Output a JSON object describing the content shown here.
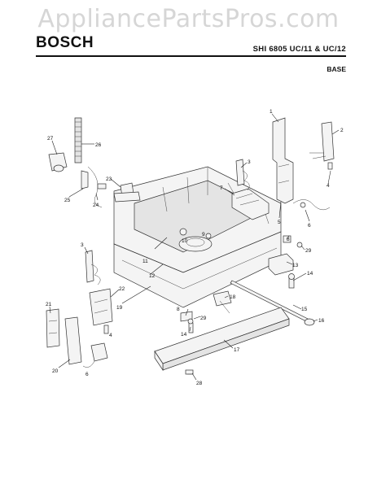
{
  "watermark": "AppliancePartsPros.com",
  "header": {
    "brand": "BOSCH",
    "model": "SHI 6805 UC/11 & UC/12",
    "section": "BASE"
  },
  "callouts": {
    "c1": "1",
    "c2": "2",
    "c3a": "3",
    "c3b": "3",
    "c4a": "4",
    "c4b": "4",
    "c5": "5",
    "c6a": "6",
    "c6b": "6",
    "c7": "7",
    "c8a": "8",
    "c8b": "8",
    "c9": "9",
    "c10": "10",
    "c11": "11",
    "c12": "12",
    "c13": "13",
    "c14a": "14",
    "c14b": "14",
    "c15": "15",
    "c16": "16",
    "c17": "17",
    "c18": "18",
    "c19": "19",
    "c20": "20",
    "c21": "21",
    "c22": "22",
    "c23": "23",
    "c24": "24",
    "c25": "25",
    "c26": "26",
    "c27": "27",
    "c28": "28",
    "c29a": "29",
    "c29b": "29"
  }
}
